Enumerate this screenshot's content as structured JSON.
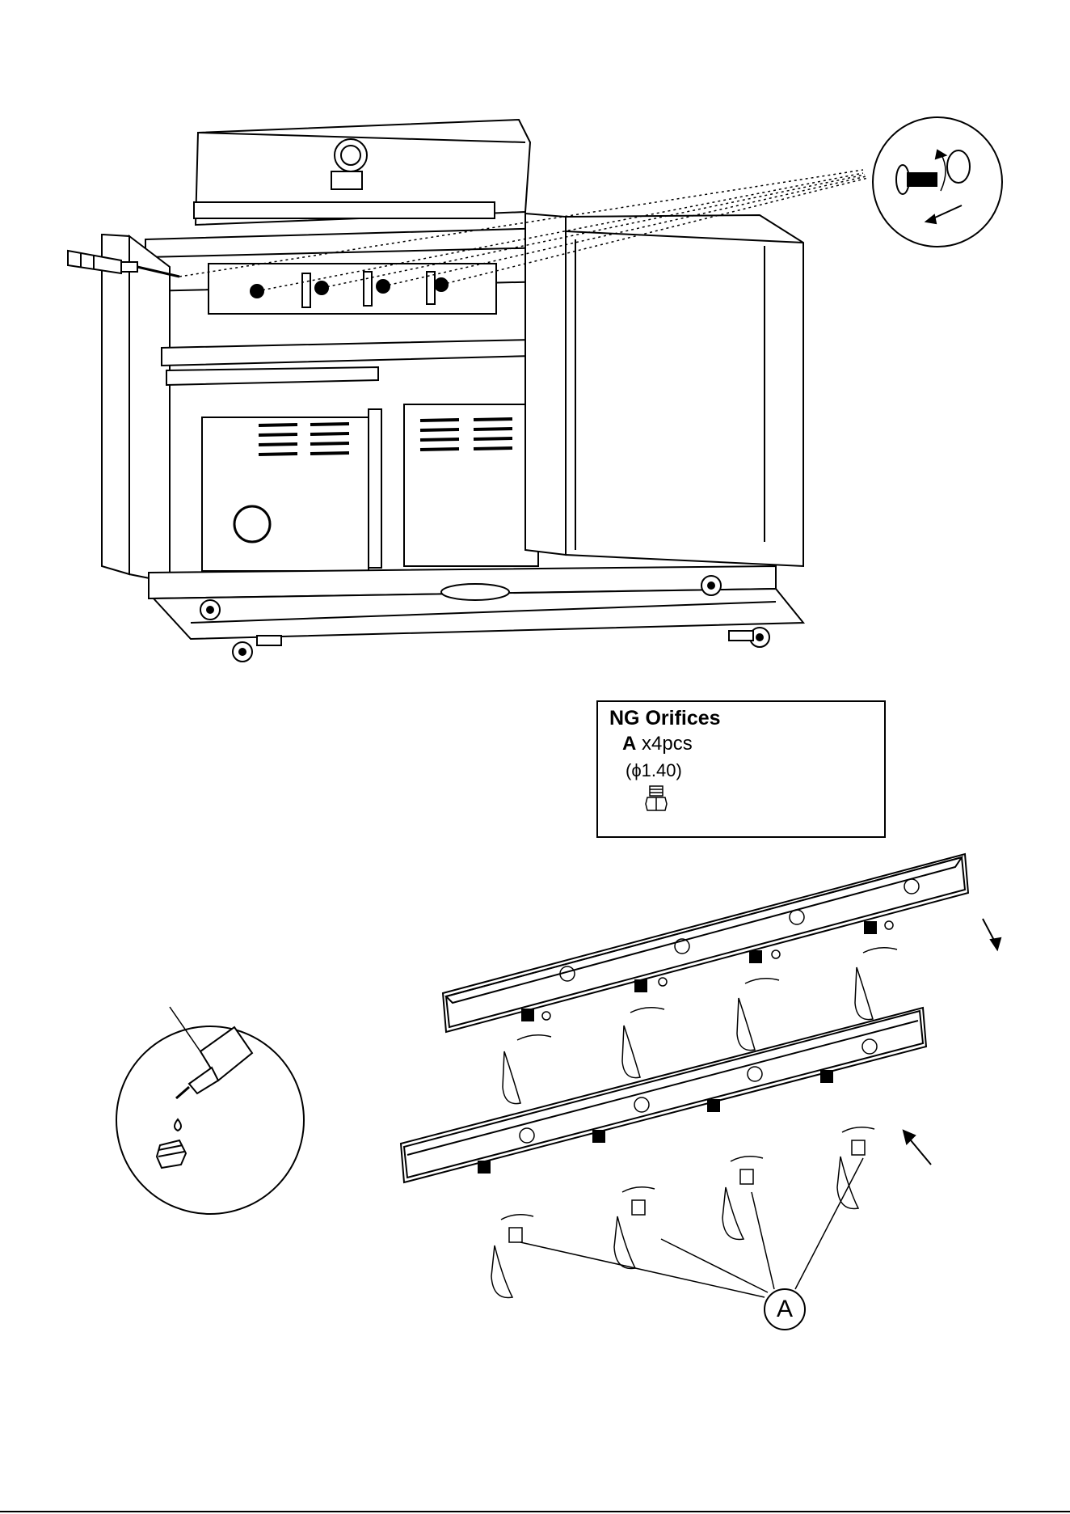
{
  "parts_box": {
    "title": "NG Orifices",
    "part_letter": "A",
    "quantity": "x4pcs",
    "spec": "(ϕ1.40)",
    "icon": "orifice-icon"
  },
  "callout": {
    "label": "A"
  },
  "icons": {
    "screwdriver": "screwdriver-icon",
    "screw_detail": "screw-detail-icon",
    "lubricant_detail": "lubricant-detail-icon",
    "wrench_hands": "wrench-hand-icon"
  },
  "colors": {
    "line": "#000000",
    "background": "#ffffff"
  }
}
